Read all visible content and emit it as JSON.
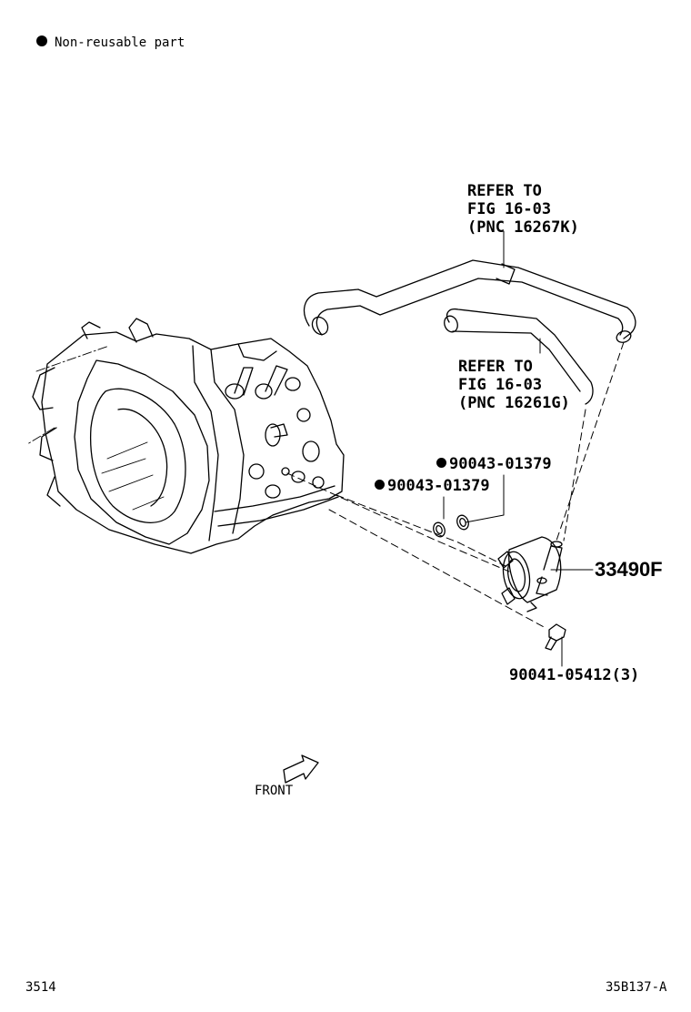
{
  "legend": {
    "text": "Non-reusable part"
  },
  "refs": [
    {
      "lines": [
        "REFER TO",
        "FIG 16-03",
        "(PNC 16267K)"
      ]
    },
    {
      "lines": [
        "REFER TO",
        "FIG 16-03",
        "(PNC 16261G)"
      ]
    }
  ],
  "parts": {
    "gasket_upper": "90043-01379",
    "gasket_lower": "90043-01379",
    "cooler": "33490F",
    "bolt": "90041-05412(3)"
  },
  "front_label": "FRONT",
  "footer": {
    "left": "3514",
    "right": "35B137-A"
  }
}
